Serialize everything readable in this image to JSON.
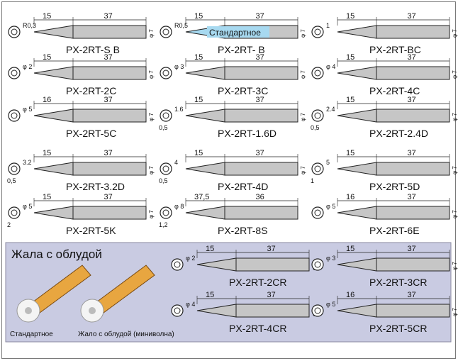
{
  "tips": [
    {
      "model": "PX-2RT-S B",
      "dims": [
        "15",
        "37"
      ],
      "side": [
        "R0,3"
      ],
      "shank": "φ 7"
    },
    {
      "model": "PX-2RT- B",
      "dims": [
        "15",
        "37"
      ],
      "side": [
        "R0,5"
      ],
      "shank": "φ 7",
      "badge": "Стандартное"
    },
    {
      "model": "PX-2RT-BC",
      "dims": [
        "15",
        "37"
      ],
      "side": [
        "1"
      ],
      "shank": "φ 7"
    },
    {
      "model": "PX-2RT-2C",
      "dims": [
        "15",
        "37"
      ],
      "side": [
        "φ 2"
      ],
      "shank": "φ 7"
    },
    {
      "model": "PX-2RT-3C",
      "dims": [
        "15",
        "37"
      ],
      "side": [
        "φ 3"
      ],
      "shank": "φ 7"
    },
    {
      "model": "PX-2RT-4C",
      "dims": [
        "15",
        "37"
      ],
      "side": [
        "φ 4"
      ],
      "shank": "φ 7"
    },
    {
      "model": "PX-2RT-5C",
      "dims": [
        "16",
        "37"
      ],
      "side": [
        "φ 5"
      ],
      "shank": "φ 7"
    },
    {
      "model": "PX-2RT-1.6D",
      "dims": [
        "15",
        "37"
      ],
      "side": [
        "1.6",
        "0,5"
      ],
      "shank": "φ 7"
    },
    {
      "model": "PX-2RT-2.4D",
      "dims": [
        "15",
        "37"
      ],
      "side": [
        "2.4",
        "0,5"
      ],
      "shank": "φ 7"
    },
    {
      "model": "PX-2RT-3.2D",
      "dims": [
        "15",
        "37"
      ],
      "side": [
        "3.2",
        "0,5"
      ],
      "shank": "φ 7"
    },
    {
      "model": "PX-2RT-4D",
      "dims": [
        "15",
        "37"
      ],
      "side": [
        "4",
        "0,5"
      ],
      "shank": "φ 7"
    },
    {
      "model": "PX-2RT-5D",
      "dims": [
        "15",
        "37"
      ],
      "side": [
        "5",
        "1"
      ],
      "shank": "φ 7"
    },
    {
      "model": "PX-2RT-5K",
      "dims": [
        "15",
        "37"
      ],
      "side": [
        "φ 5",
        "2"
      ],
      "shank": "φ 7"
    },
    {
      "model": "PX-2RT-8S",
      "dims": [
        "37,5",
        "36"
      ],
      "side": [
        "φ 8",
        "1,2"
      ],
      "shank": ""
    },
    {
      "model": "PX-2RT-6E",
      "dims": [
        "16",
        "37"
      ],
      "side": [
        "φ 5"
      ],
      "shank": "φ 7"
    }
  ],
  "tinned": {
    "title": "Жала с облудой",
    "label_standard": "Стандартное",
    "label_wave": "Жало с облудой (миниволна)",
    "tips": [
      {
        "model": "PX-2RT-2CR",
        "dims": [
          "15",
          "37"
        ],
        "side": [
          "φ 2"
        ],
        "shank": "φ 7"
      },
      {
        "model": "PX-2RT-3CR",
        "dims": [
          "15",
          "37"
        ],
        "side": [
          "φ 3"
        ],
        "shank": "φ 7"
      },
      {
        "model": "PX-2RT-4CR",
        "dims": [
          "15",
          "37"
        ],
        "side": [
          "φ 4"
        ],
        "shank": "φ 7"
      },
      {
        "model": "PX-2RT-5CR",
        "dims": [
          "16",
          "37"
        ],
        "side": [
          "φ 5"
        ],
        "shank": "φ 7"
      }
    ]
  },
  "colors": {
    "body": "#c6c6c6",
    "outline": "#222222",
    "panel": "#c9cbe2",
    "badge": "#a7d9f0",
    "copper": "#e8a640"
  }
}
